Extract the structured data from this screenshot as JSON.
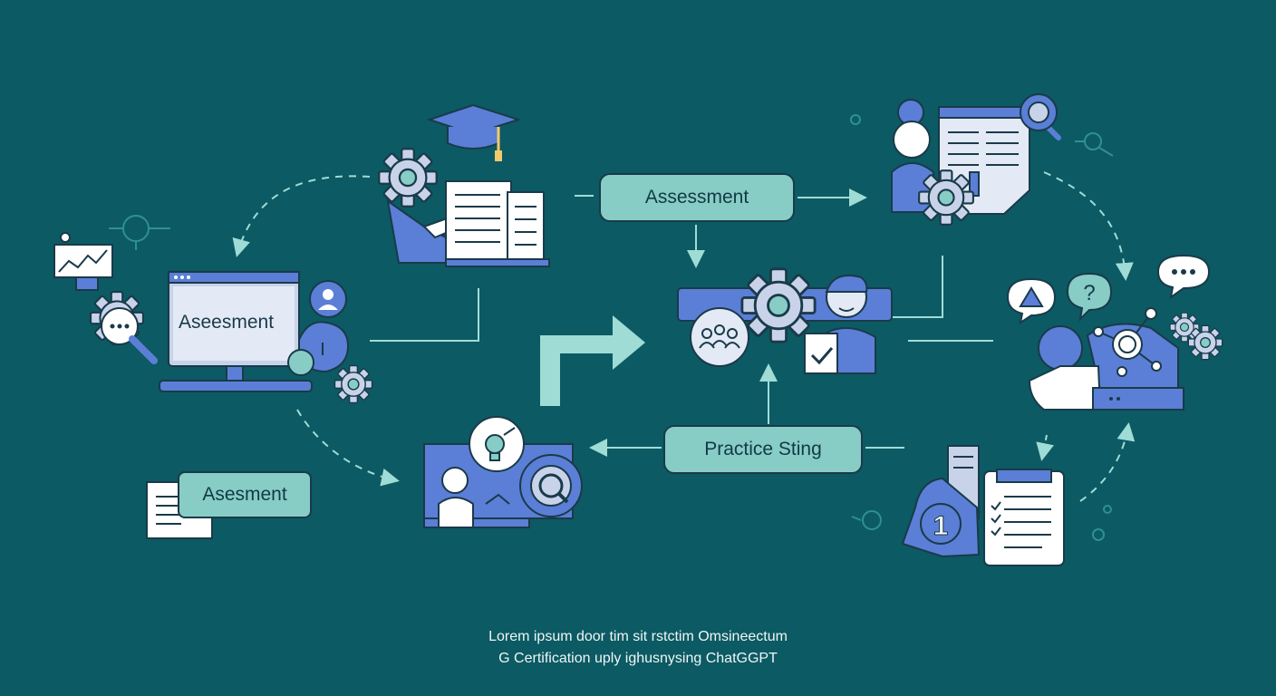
{
  "labels": {
    "top_center": "Assessment",
    "left_monitor": "Aseesment",
    "bottom_left": "Asesment",
    "practice": "Practice Sting"
  },
  "caption": {
    "line1": "Lorem ipsum door tim sit rstctim Omsineectum",
    "line2": "G Certification uply ighusnysing ChatGGPT"
  },
  "icons": [
    "graduation-cap-icon",
    "gear-icon",
    "document-icon",
    "monitor-icon",
    "chart-icon",
    "avatar-icon",
    "magnifier-icon",
    "team-icon",
    "lightbulb-icon",
    "speech-bubble-icon",
    "question-icon",
    "medal-icon",
    "checklist-icon",
    "handshake-icon"
  ],
  "colors": {
    "background": "#0c5a63",
    "pill": "#87cdc6",
    "accent_blue": "#5b7fd6",
    "outline": "#1a3a4a",
    "arrow": "#9fdcd6",
    "gold": "#f3c96b"
  }
}
